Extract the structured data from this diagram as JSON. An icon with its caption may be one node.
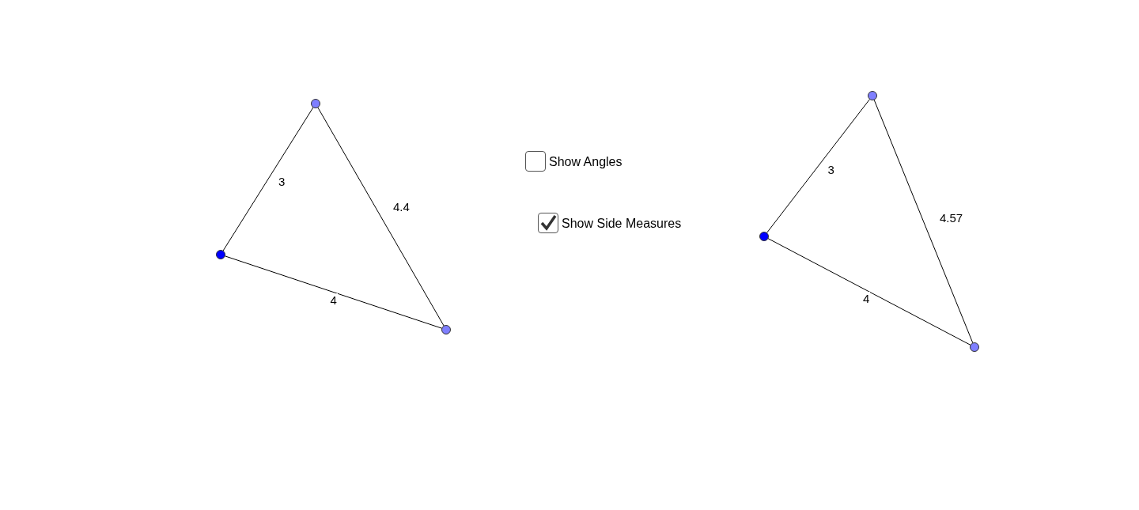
{
  "diagram": {
    "nodes": [
      {
        "text": [],
        "shape": "circle"
      },
      {
        "text": [],
        "shape": "circle"
      },
      {
        "text": [],
        "shape": "circle"
      },
      {
        "text": [],
        "shape": "circle"
      },
      {
        "text": [],
        "shape": "circle"
      },
      {
        "text": [],
        "shape": "circle"
      }
    ],
    "edges": [
      {
        "from": 1,
        "to": 0,
        "arrow": "none",
        "label": "3"
      },
      {
        "from": 0,
        "to": 2,
        "arrow": "none",
        "label": "4.4"
      },
      {
        "from": 1,
        "to": 2,
        "arrow": "none",
        "label": "4"
      },
      {
        "from": 4,
        "to": 3,
        "arrow": "none",
        "label": "3"
      },
      {
        "from": 3,
        "to": 5,
        "arrow": "none",
        "label": "4.57"
      },
      {
        "from": 4,
        "to": 5,
        "arrow": "none",
        "label": "4"
      }
    ],
    "labels": [
      "Show Angles",
      "Show Side Measures"
    ]
  }
}
